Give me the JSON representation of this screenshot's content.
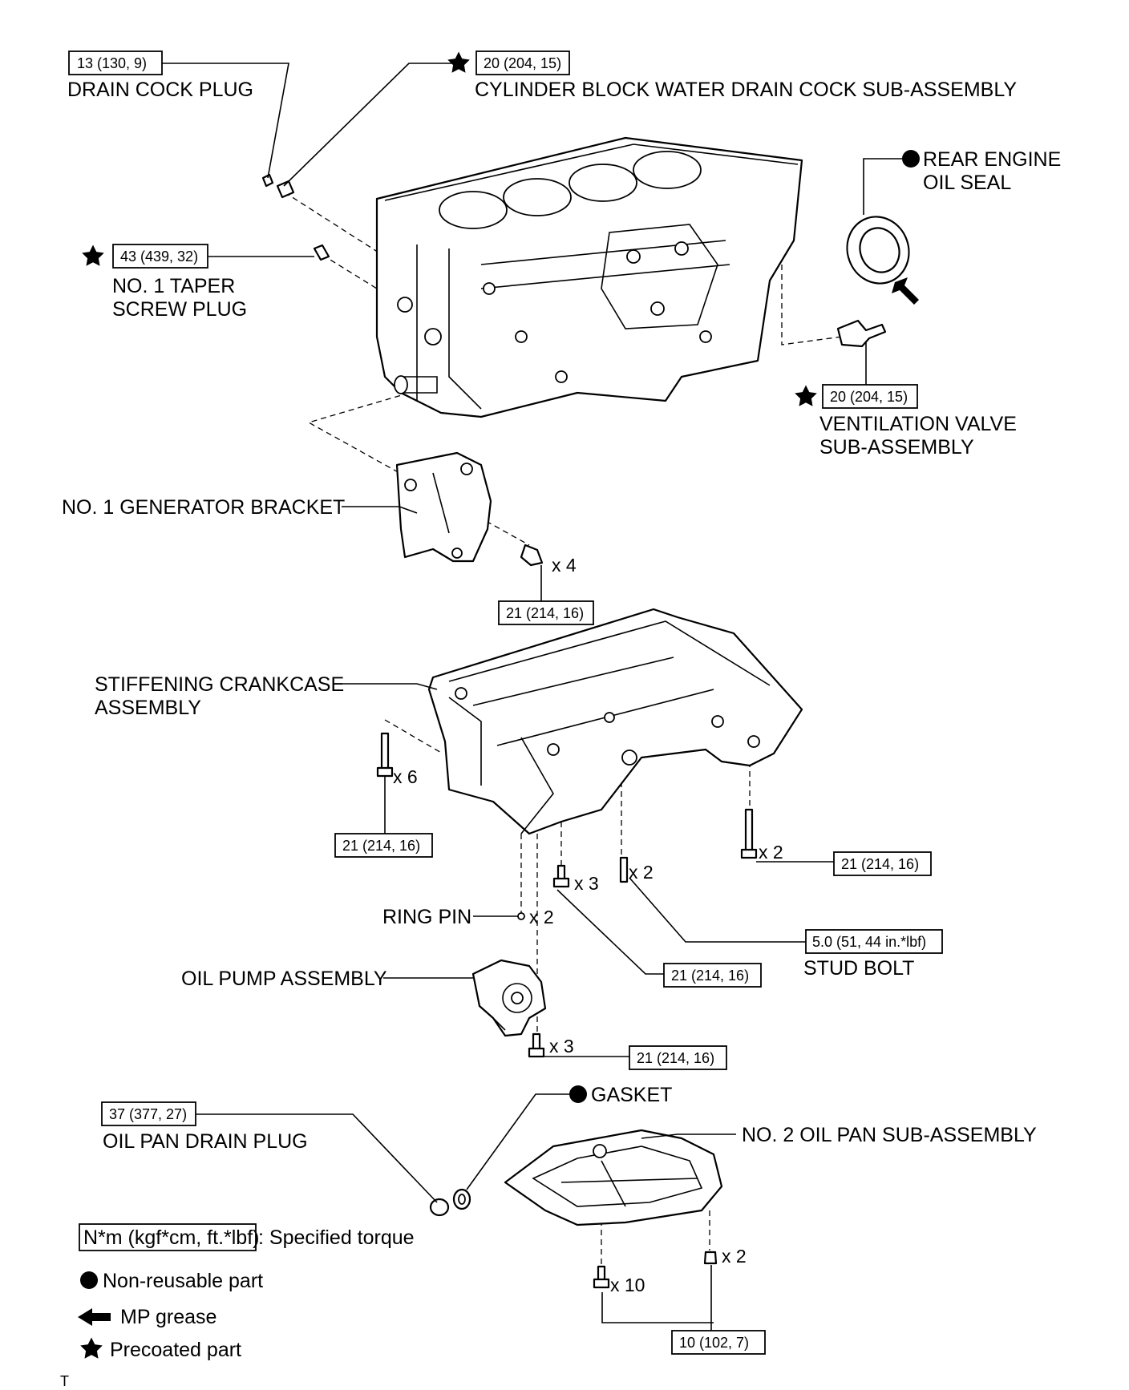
{
  "callouts": {
    "drain_cock_plug": {
      "torque": "13 (130, 9)",
      "label": "DRAIN COCK PLUG"
    },
    "water_drain_cock": {
      "torque": "20 (204, 15)",
      "label": "CYLINDER BLOCK WATER DRAIN COCK SUB-ASSEMBLY"
    },
    "rear_oil_seal": {
      "label_1": "REAR ENGINE",
      "label_2": "OIL SEAL"
    },
    "taper_screw_plug": {
      "torque": "43 (439, 32)",
      "label_1": "NO. 1 TAPER",
      "label_2": "SCREW PLUG"
    },
    "ventilation_valve": {
      "torque": "20 (204, 15)",
      "label_1": "VENTILATION VALVE",
      "label_2": "SUB-ASSEMBLY"
    },
    "generator_bracket": {
      "label": "NO. 1 GENERATOR BRACKET",
      "qty": "x 4",
      "torque": "21 (214, 16)"
    },
    "stiffening_crankcase": {
      "label_1": "STIFFENING CRANKCASE",
      "label_2": "ASSEMBLY",
      "left_qty": "x 6",
      "left_torque": "21 (214, 16)",
      "right_qty": "x 2",
      "right_torque": "21 (214, 16)",
      "mid_qty": "x 3",
      "mid_torque": "21 (214, 16)"
    },
    "stud_bolt": {
      "qty": "x 2",
      "torque": "5.0 (51, 44 in.*lbf)",
      "label": "STUD BOLT"
    },
    "ring_pin": {
      "label": "RING PIN",
      "qty": "x 2"
    },
    "oil_pump": {
      "label": "OIL PUMP ASSEMBLY",
      "qty": "x 3",
      "torque": "21 (214, 16)"
    },
    "gasket": {
      "label": "GASKET"
    },
    "oil_pan_drain_plug": {
      "torque": "37 (377, 27)",
      "label": "OIL PAN DRAIN PLUG"
    },
    "oil_pan": {
      "label": "NO. 2 OIL PAN SUB-ASSEMBLY",
      "bolt_qty": "x 10",
      "nut_qty": "x 2",
      "torque": "10 (102, 7)"
    }
  },
  "legend": {
    "torque_box": "N*m (kgf*cm, ft.*lbf)",
    "torque_text": ": Specified torque",
    "non_reusable": "Non-reusable part",
    "mp_grease": "MP grease",
    "precoated": "Precoated part"
  },
  "footer_mark": "T"
}
